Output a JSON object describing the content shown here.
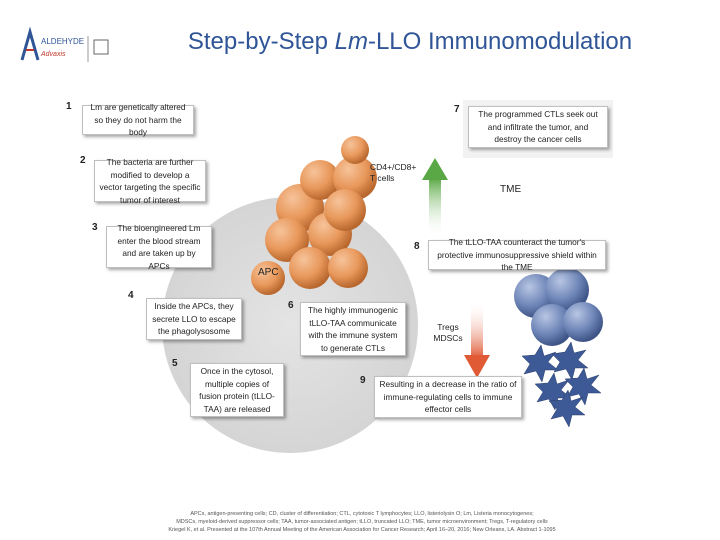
{
  "title": {
    "prefix": "Step-by-Step ",
    "italic": "Lm",
    "suffix": "-LLO Immunomodulation"
  },
  "logo": {
    "line1": "ALDEHYDE",
    "line2": "Advaxis"
  },
  "steps": [
    {
      "num": "1",
      "text": "Lm are genetically altered so they do not harm the body"
    },
    {
      "num": "2",
      "text": "The bacteria are further modified to develop a vector targeting the specific tumor of interest"
    },
    {
      "num": "3",
      "text": "The bioengineered Lm enter the blood stream and are taken up by APCs"
    },
    {
      "num": "4",
      "text": "Inside the APCs, they secrete LLO to escape the phagolysosome"
    },
    {
      "num": "5",
      "text": "Once in the cytosol, multiple copies of fusion protein (tLLO-TAA) are released"
    },
    {
      "num": "6",
      "text": "The highly immunogenic tLLO-TAA communicate with the immune system to generate CTLs"
    },
    {
      "num": "7",
      "text": "The programmed CTLs seek out and infiltrate the tumor, and destroy the cancer cells"
    },
    {
      "num": "8",
      "text": "The tLLO-TAA counteract the tumor's protective immunosuppressive shield within the TME"
    },
    {
      "num": "9",
      "text": "Resulting in a decrease in the ratio of immune-regulating cells to immune effector cells"
    }
  ],
  "labels": {
    "apc": "APC",
    "tme": "TME",
    "tcells_line1": "CD4+/CD8+",
    "tcells_line2": "T cells",
    "tregs_line1": "Tregs",
    "tregs_line2": "MDSCs"
  },
  "colors": {
    "title": "#2f5597",
    "tcell": "#e8975a",
    "treg": "#6f86b8",
    "mdsc": "#3d5a96",
    "arrow_up": "#5aa845",
    "arrow_down": "#e05a35",
    "apc_bg": "#d9d9d9"
  },
  "footnote": {
    "line1": "APCs, antigen-presenting cells; CD, cluster of differentiation; CTL, cytotoxic T lymphocytes; LLO, listeriolysin O; Lm, Listeria monocytogenes;",
    "line2": "MDSCs, myeloid-derived suppressor cells; TAA, tumor-associated antigen; tLLO, truncated LLO; TME, tumor microenvironment; Tregs, T-regulatory cells",
    "line3": "Kriegel K, et al. Presented at the 107th Annual Meeting of the American Association for Cancer Research; April 16–20, 2016; New Orleans, LA. Abstract 1-1095"
  }
}
